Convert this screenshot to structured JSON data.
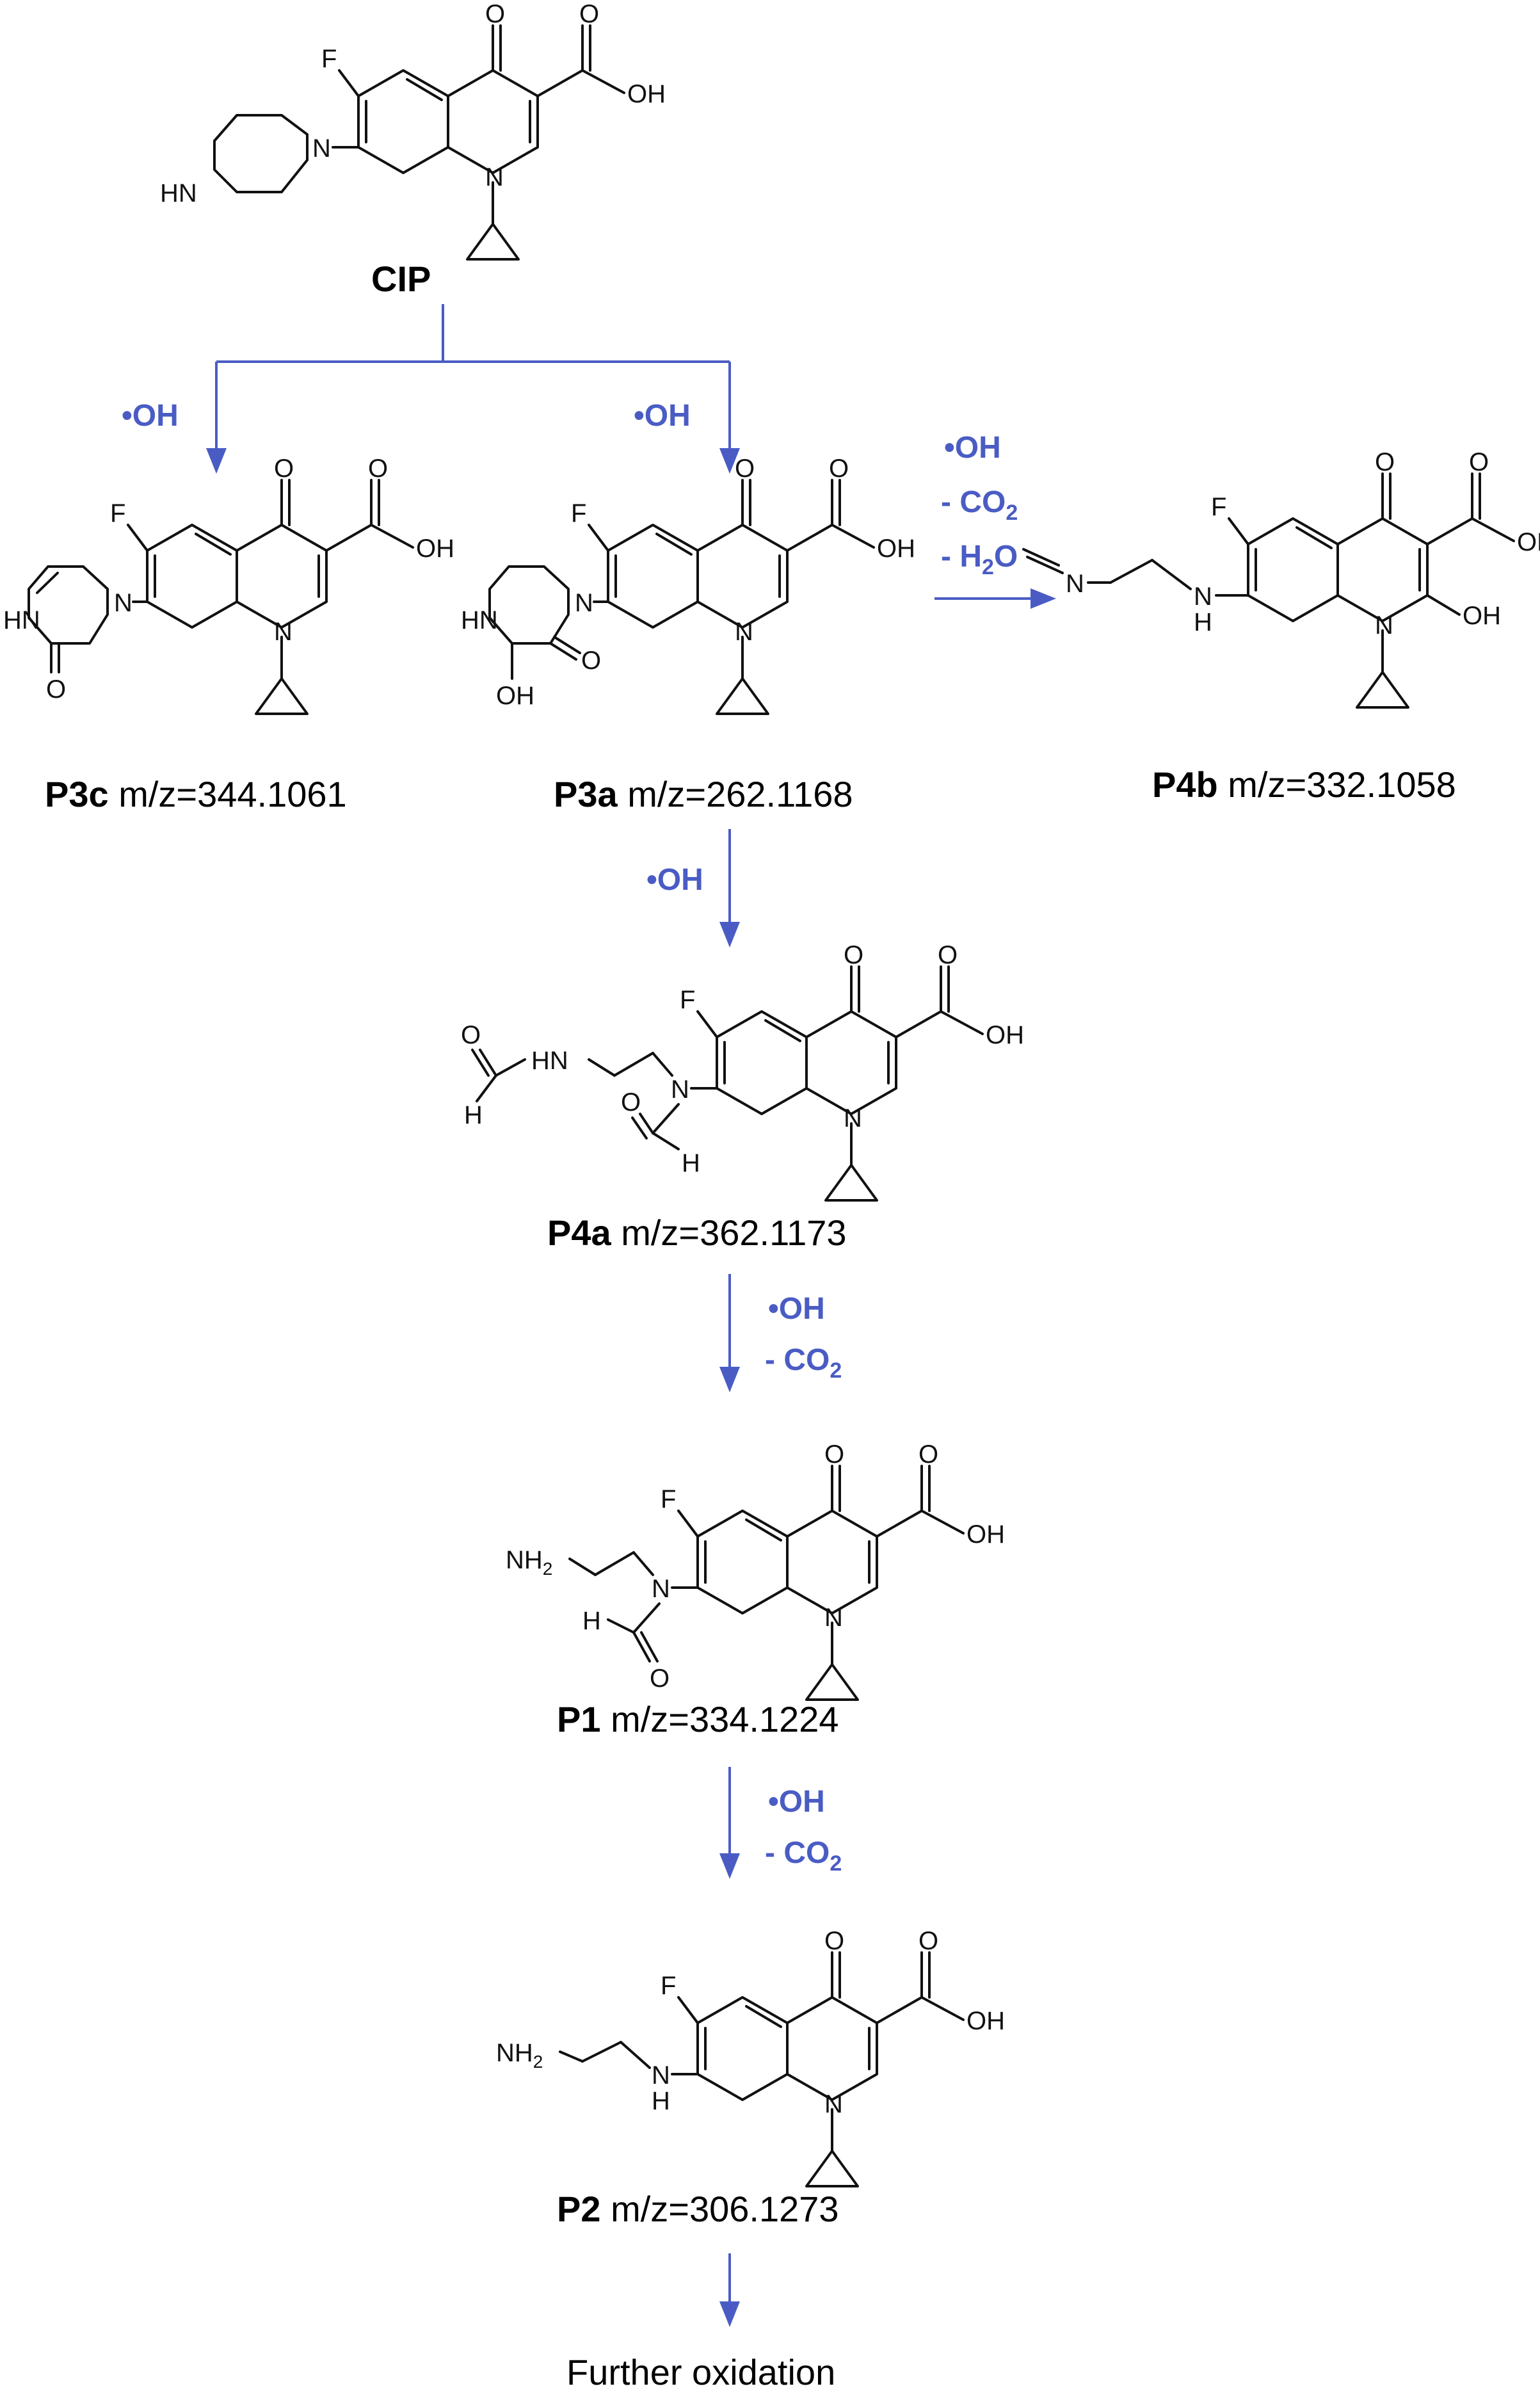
{
  "compounds": {
    "cip": {
      "label": "CIP"
    },
    "p3c": {
      "id": "P3c",
      "mz": "m/z=344.1061"
    },
    "p3a": {
      "id": "P3a",
      "mz": "m/z=262.1168"
    },
    "p4b": {
      "id": "P4b",
      "mz": "m/z=332.1058"
    },
    "p4a": {
      "id": "P4a",
      "mz": "m/z=362.1173"
    },
    "p1": {
      "id": "P1",
      "mz": "m/z=334.1224"
    },
    "p2": {
      "id": "P2",
      "mz": "m/z=306.1273"
    }
  },
  "conditions": {
    "oh": "•OH",
    "co2_prefix": "- CO",
    "h2o_prefix": "- H",
    "h2o_suffix": "O",
    "sub2": "2"
  },
  "atoms": {
    "o": "O",
    "oh": "OH",
    "f": "F",
    "n": "N",
    "h": "H",
    "hn": "HN",
    "nh2": "NH",
    "nh": "NH"
  },
  "final": {
    "label": "Further oxidation"
  },
  "colors": {
    "arrow": "#4a5cc4",
    "text": "#000000"
  }
}
